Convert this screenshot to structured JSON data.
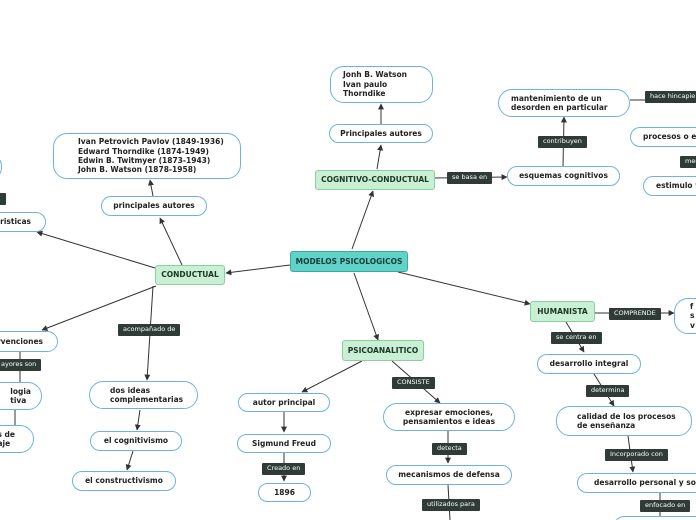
{
  "root": "MODELOS PSICOLOGICOS",
  "cognitivo": {
    "title": "COGNITIVO-CONDUCTUAL",
    "principales": "Principales autores",
    "autores": [
      "Jonh B. Watson",
      "Ivan paulo",
      "Thorndike"
    ],
    "se_basa_en": "se basa en",
    "esquemas": "esquemas cognitivos",
    "contribuyen": "contribuyen",
    "mantenimiento": [
      "mantenimiento de un",
      "desorden en particular"
    ],
    "hace_hincapie": "hace hincapie",
    "procesos": "procesos o e",
    "med": "med",
    "estimulo": "estimulo y"
  },
  "conductual": {
    "title": "CONDUCTUAL",
    "principales": "principales autores",
    "autores": [
      "Ivan Petrovich Pavlov (1849-1936)",
      "Edward Thorndike (1874-1949)",
      "Edwin B. Twitmyer (1873-1943)",
      "John B. Watson (1878-1958)"
    ],
    "caracteristicas": "eristicas",
    "intervenciones": "rvenciones",
    "mayores_son": "ayores son",
    "ologia": [
      "logia",
      "tiva"
    ],
    "s_ajes": [
      "s de",
      "aje"
    ],
    "acompanado": "acompañado de",
    "dos_ideas": [
      "dos ideas",
      "complementarias"
    ],
    "cognitivismo": "el cognitivismo",
    "constructivismo": "el constructivismo"
  },
  "psicoanalitico": {
    "title": "PSICOANALITICO",
    "autor_principal": "autor principal",
    "freud": "Sigmund Freud",
    "creado_en": "Creado en",
    "anio": "1896",
    "consiste": "CONSISTE",
    "expresar": [
      "expresar emociones,",
      "pensamientos e ideas"
    ],
    "detecta": "detecta",
    "mecanismos": "mecanismos de defensa",
    "utilizados_para": "utilizados para"
  },
  "humanista": {
    "title": "HUMANISTA",
    "comprende": "COMPRENDE",
    "fsv": [
      "f",
      "s",
      "v"
    ],
    "se_centra_en": "se centra en",
    "desarrollo_integral": "desarrollo integral",
    "determina": "determina",
    "calidad": [
      "calidad de los procesos",
      "de enseñanza"
    ],
    "incorporado_con": "Incorporado con",
    "desarrollo_personal": "desarrollo personal y socia",
    "enfocado_en": "enfocado en"
  }
}
